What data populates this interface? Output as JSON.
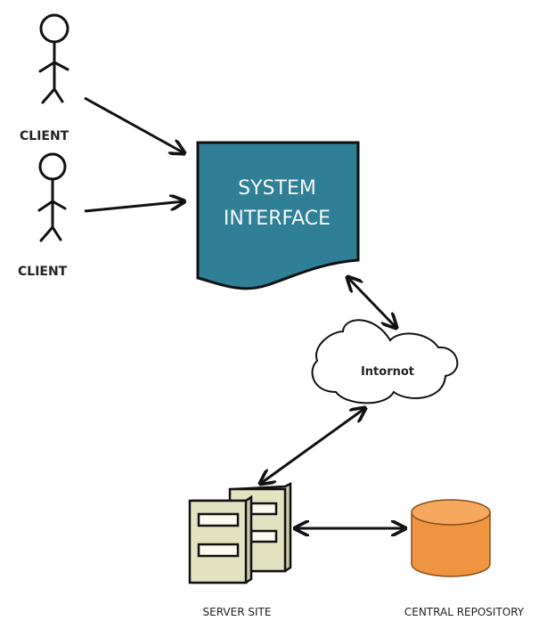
{
  "nodes": {
    "client1": {
      "label": "CLIENT"
    },
    "client2": {
      "label": "CLIENT"
    },
    "system_interface": {
      "line1": "SYSTEM",
      "line2": "INTERFACE",
      "fill": "#2f7f96"
    },
    "internet": {
      "label": "Intornot"
    },
    "server_site": {
      "label": "SERVER SITE",
      "fill": "#e3e3c2"
    },
    "central_repository": {
      "label": "CENTRAL REPOSITORY",
      "fill": "#f0973e"
    }
  },
  "edges": [
    {
      "from": "client1",
      "to": "system_interface",
      "direction": "forward"
    },
    {
      "from": "client2",
      "to": "system_interface",
      "direction": "forward"
    },
    {
      "from": "system_interface",
      "to": "internet",
      "direction": "both"
    },
    {
      "from": "internet",
      "to": "server_site",
      "direction": "both"
    },
    {
      "from": "server_site",
      "to": "central_repository",
      "direction": "both"
    }
  ]
}
